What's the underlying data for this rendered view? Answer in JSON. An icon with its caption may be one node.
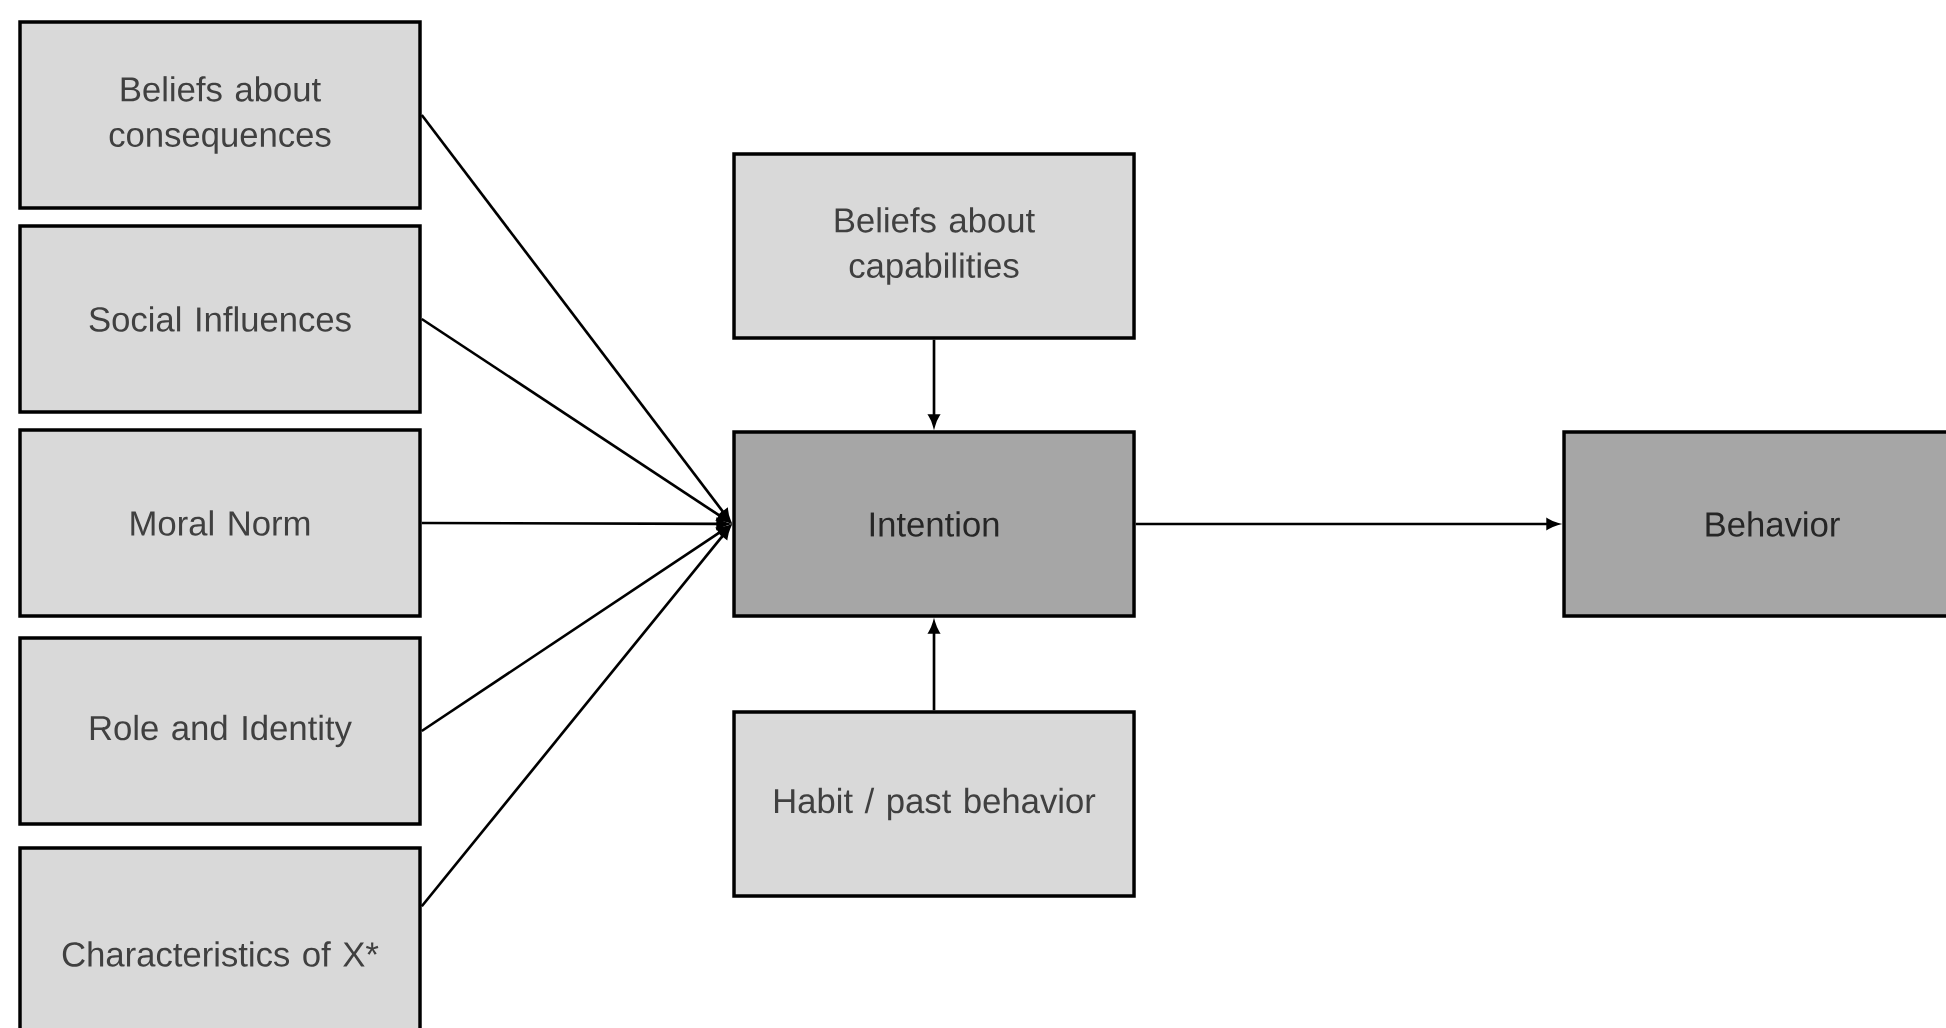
{
  "diagram": {
    "nodes": [
      {
        "text": [
          "Beliefs about consequences"
        ]
      },
      {
        "text": [
          "Social Influences"
        ]
      },
      {
        "text": [
          "Moral Norm"
        ]
      },
      {
        "text": [
          "Role and Identity"
        ]
      },
      {
        "text": [
          "Characteristics of X*"
        ]
      },
      {
        "text": [
          "Beliefs about capabilities"
        ]
      },
      {
        "text": [
          "Intention"
        ]
      },
      {
        "text": [
          "Habit / past behavior"
        ]
      },
      {
        "text": [
          "Behavior"
        ]
      }
    ],
    "edges": [
      {
        "from": 0,
        "to": 6,
        "arrow": "to"
      },
      {
        "from": 1,
        "to": 6,
        "arrow": "to"
      },
      {
        "from": 2,
        "to": 6,
        "arrow": "to"
      },
      {
        "from": 3,
        "to": 6,
        "arrow": "to"
      },
      {
        "from": 4,
        "to": 6,
        "arrow": "to"
      },
      {
        "from": 5,
        "to": 6,
        "arrow": "to"
      },
      {
        "from": 7,
        "to": 6,
        "arrow": "to"
      },
      {
        "from": 6,
        "to": 8,
        "arrow": "to"
      }
    ]
  }
}
